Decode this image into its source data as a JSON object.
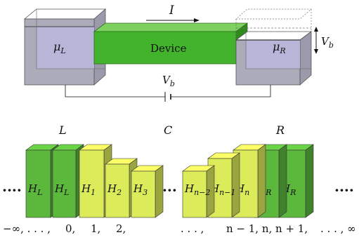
{
  "top": {
    "current_symbol": "I",
    "left_potential": {
      "symbol": "μ",
      "subscript": "L"
    },
    "right_potential": {
      "symbol": "μ",
      "subscript": "R"
    },
    "device_label": "Device",
    "bias_right": {
      "symbol": "V",
      "subscript": "b"
    },
    "bias_bottom": {
      "symbol": "V",
      "subscript": "b"
    }
  },
  "bottom": {
    "region_left": "L",
    "region_center": "C",
    "region_right": "R",
    "dots": "····",
    "blocks": [
      {
        "symbol": "H",
        "subscript": "L",
        "group": "lead"
      },
      {
        "symbol": "H",
        "subscript": "L",
        "group": "lead"
      },
      {
        "symbol": "H",
        "subscript": "1",
        "group": "device"
      },
      {
        "symbol": "H",
        "subscript": "2",
        "group": "device"
      },
      {
        "symbol": "H",
        "subscript": "3",
        "group": "device"
      },
      {
        "symbol": "H",
        "subscript": "n−2",
        "group": "device"
      },
      {
        "symbol": "H",
        "subscript": "n−1",
        "group": "device"
      },
      {
        "symbol": "H",
        "subscript": "n",
        "group": "device"
      },
      {
        "symbol": "H",
        "subscript": "R",
        "group": "lead"
      },
      {
        "symbol": "H",
        "subscript": "R",
        "group": "lead"
      }
    ],
    "index_labels": [
      "−∞, . . . ,",
      "0,",
      "1,",
      "2,",
      ". . . ,",
      "n − 1, n, n + 1,",
      ". . . , ∞"
    ]
  },
  "colors": {
    "lead_green": "#5cb83d",
    "device_green": "#dceb5a",
    "reservoir_fill": "#b8b5d8",
    "reservoir_side": "#a9a9b8",
    "device_bar": "#43b22c"
  }
}
